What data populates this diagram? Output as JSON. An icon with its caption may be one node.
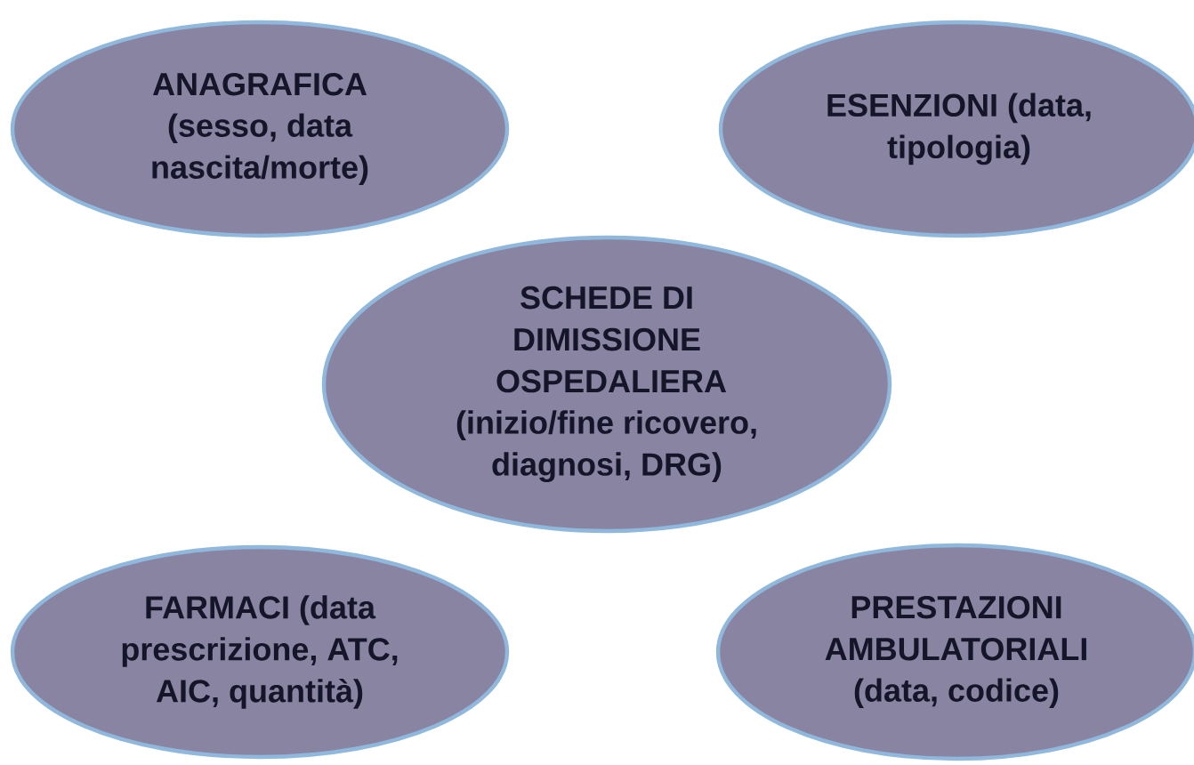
{
  "diagram": {
    "nodes": [
      {
        "text": [
          "ANAGRAFICA",
          "(sesso, data nascita/morte)"
        ]
      },
      {
        "text": [
          "ESENZIONI (data, tipologia)"
        ]
      },
      {
        "text": [
          "SCHEDE DI DIMISSIONE OSPEDALIERA",
          "(inizio/fine ricovero, diagnosi, DRG)"
        ]
      },
      {
        "text": [
          "FARMACI (data prescrizione, ATC, AIC, quantità)"
        ]
      },
      {
        "text": [
          "PRESTAZIONI AMBULATORIALI",
          "(data, codice)"
        ]
      }
    ]
  }
}
